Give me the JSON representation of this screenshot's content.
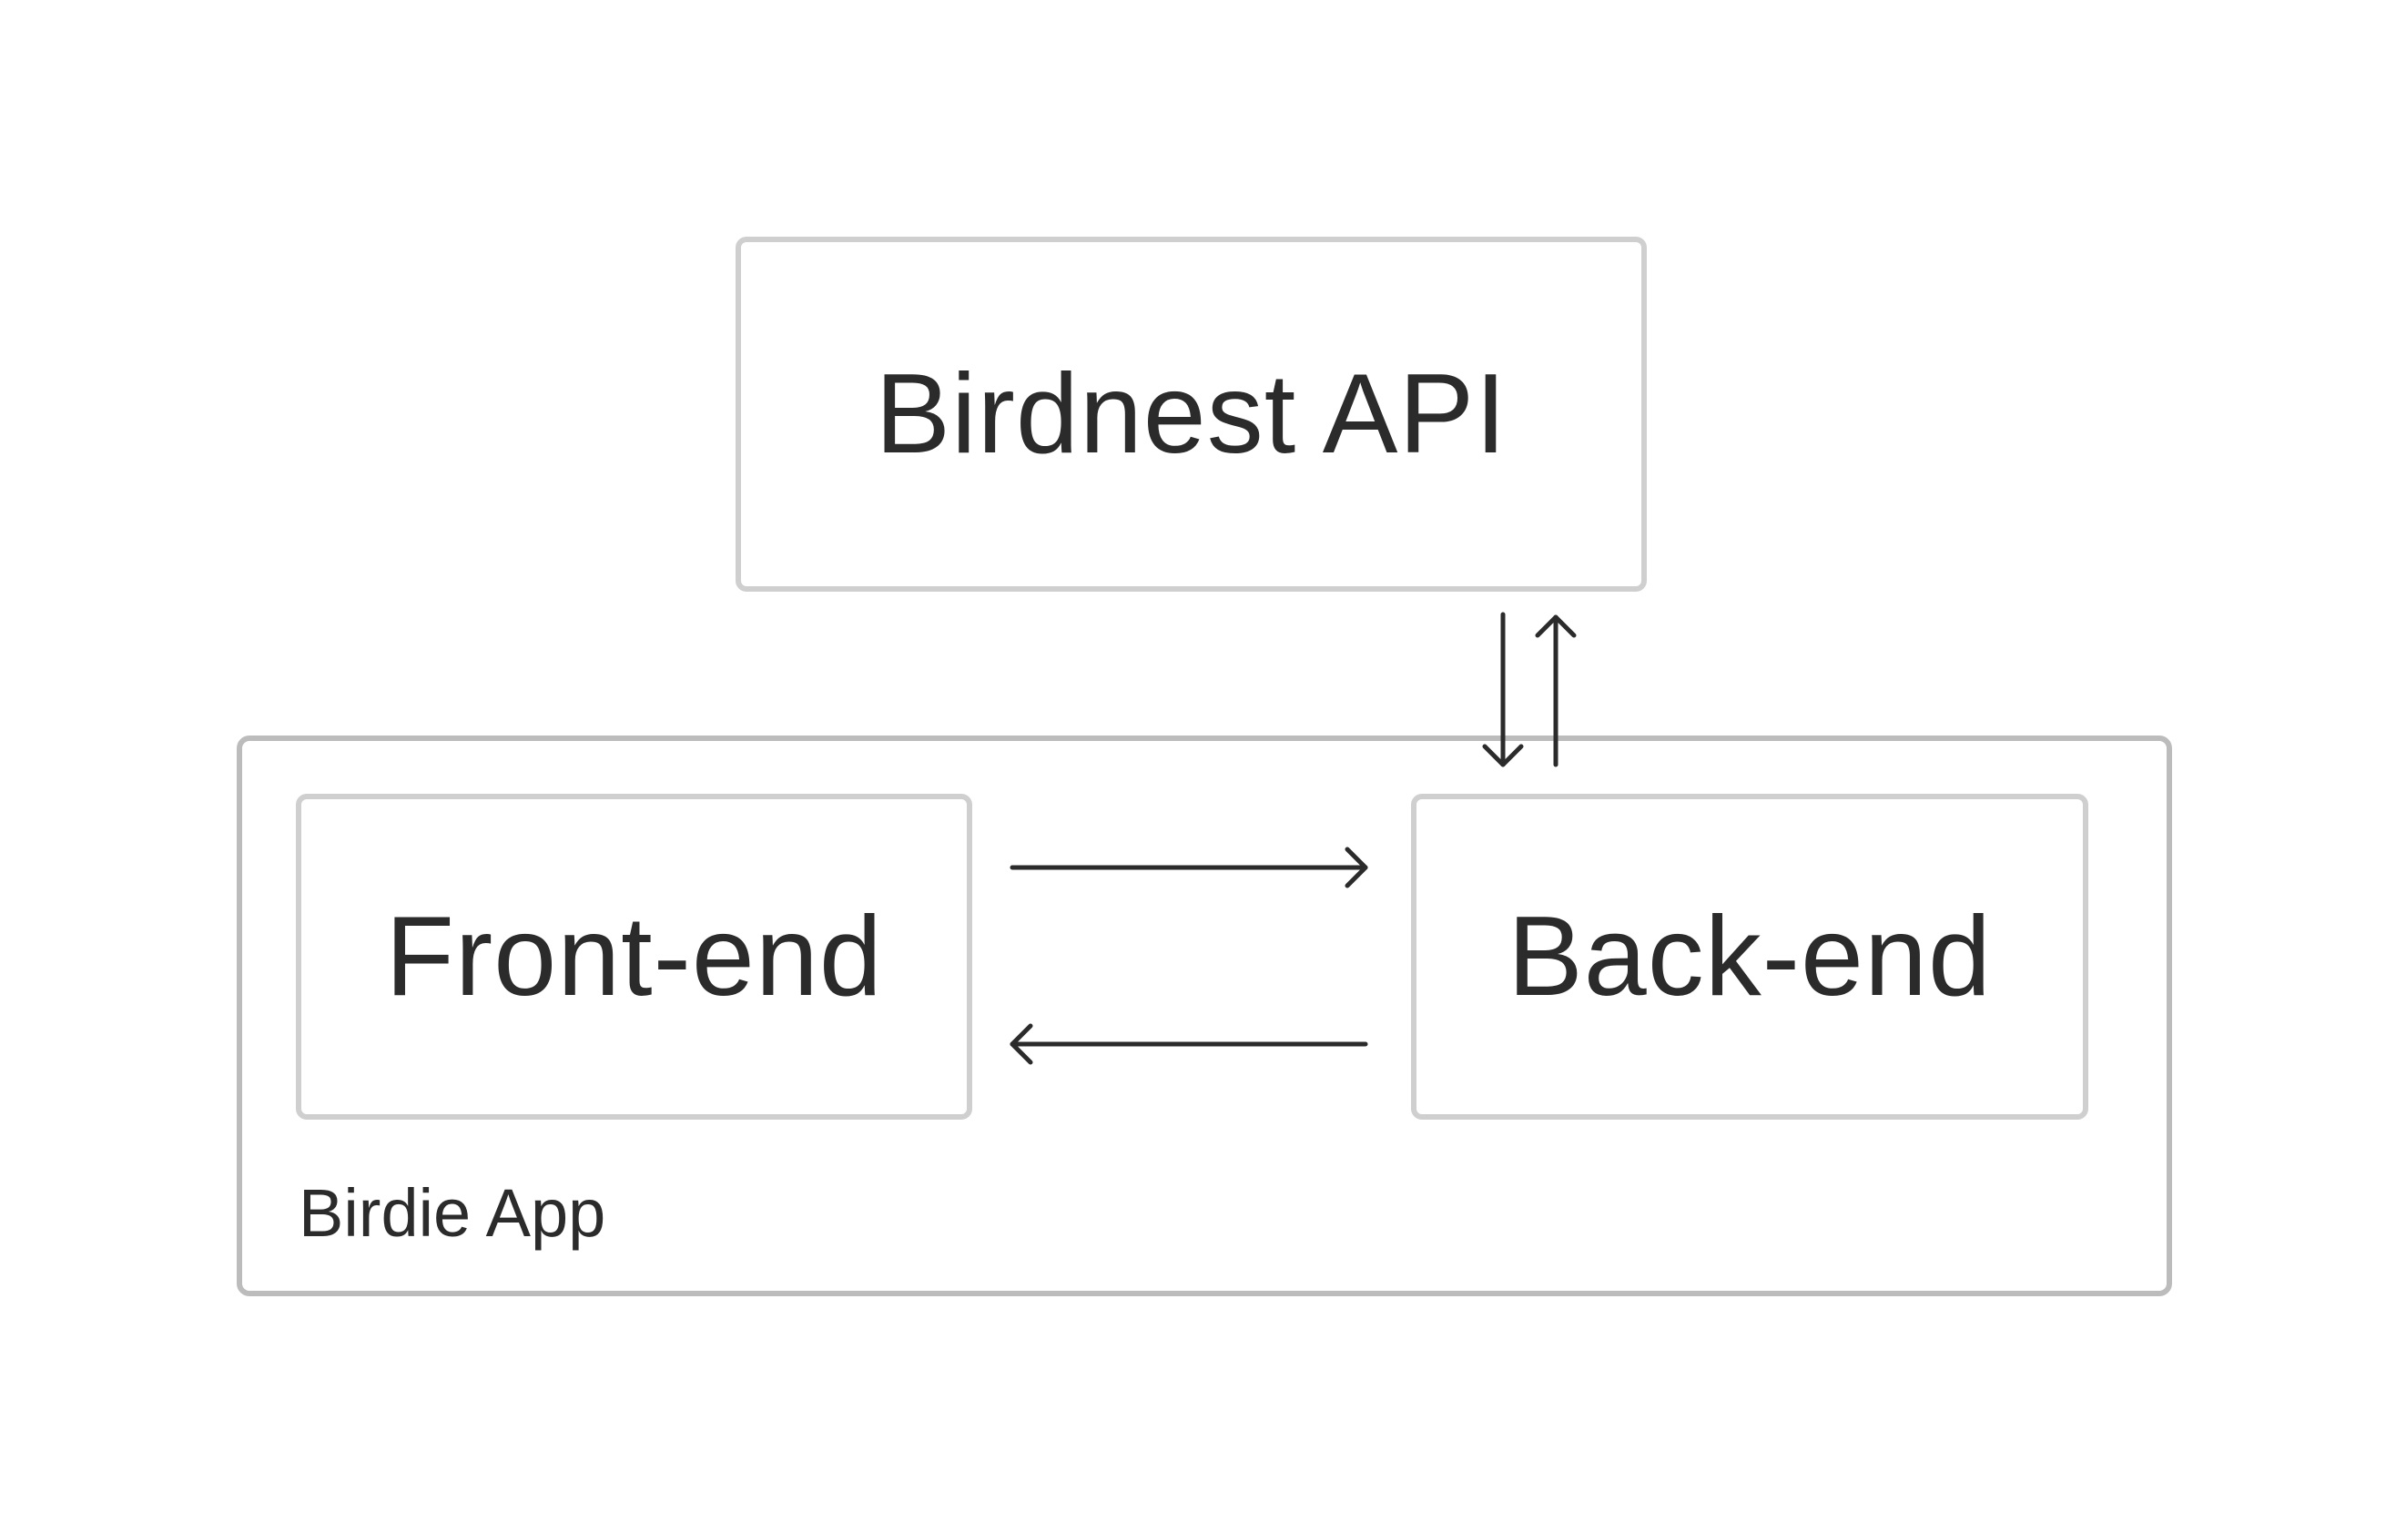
{
  "nodes": {
    "api": "Birdnest API",
    "frontend": "Front-end",
    "backend": "Back-end"
  },
  "container": {
    "label": "Birdie App"
  },
  "connections": [
    {
      "from": "frontend",
      "to": "backend"
    },
    {
      "from": "backend",
      "to": "frontend"
    },
    {
      "from": "api",
      "to": "backend"
    },
    {
      "from": "backend",
      "to": "api"
    }
  ],
  "colors": {
    "box_border": "#cfcfcf",
    "container_border": "#bcbcbc",
    "text": "#2b2b2b",
    "arrow": "#2b2b2b"
  }
}
